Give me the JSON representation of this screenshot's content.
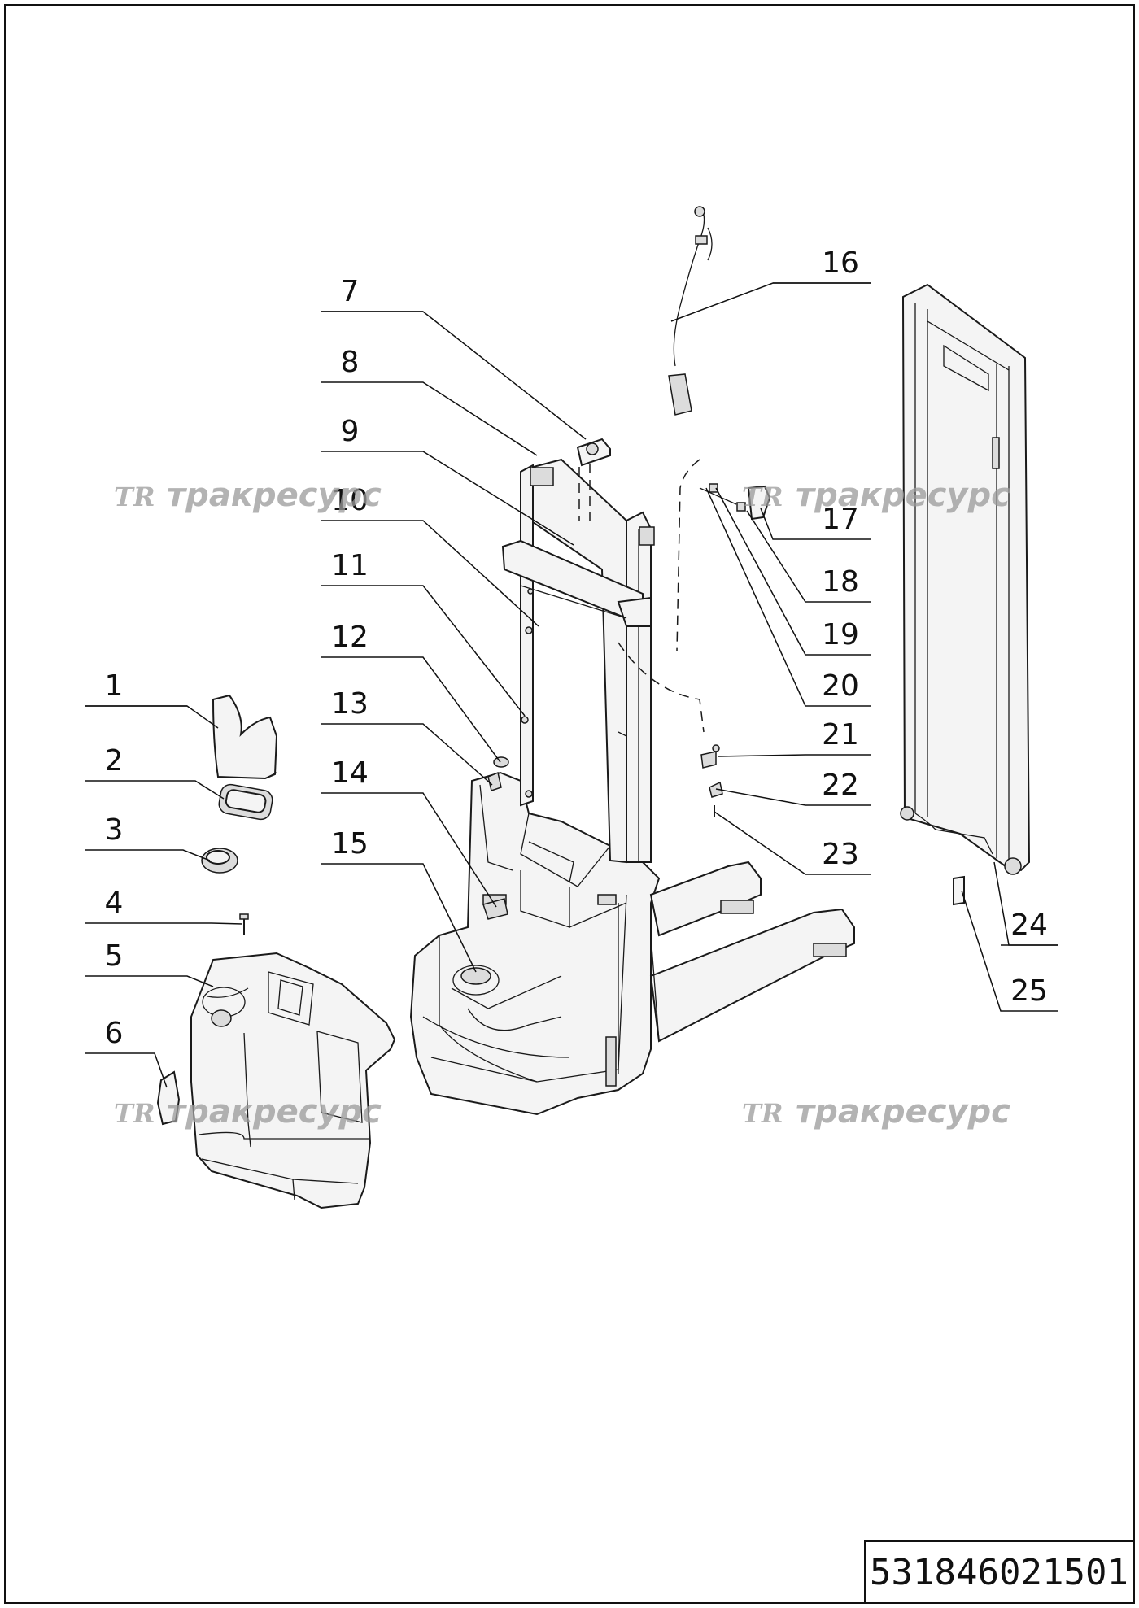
{
  "drawing": {
    "document_number": "531846021501",
    "watermark_logo": "TR",
    "watermark_text": "тракресурс",
    "callouts": [
      "1",
      "2",
      "3",
      "4",
      "5",
      "6",
      "7",
      "8",
      "9",
      "10",
      "11",
      "12",
      "13",
      "14",
      "15",
      "16",
      "17",
      "18",
      "19",
      "20",
      "21",
      "22",
      "23",
      "24",
      "25"
    ]
  }
}
